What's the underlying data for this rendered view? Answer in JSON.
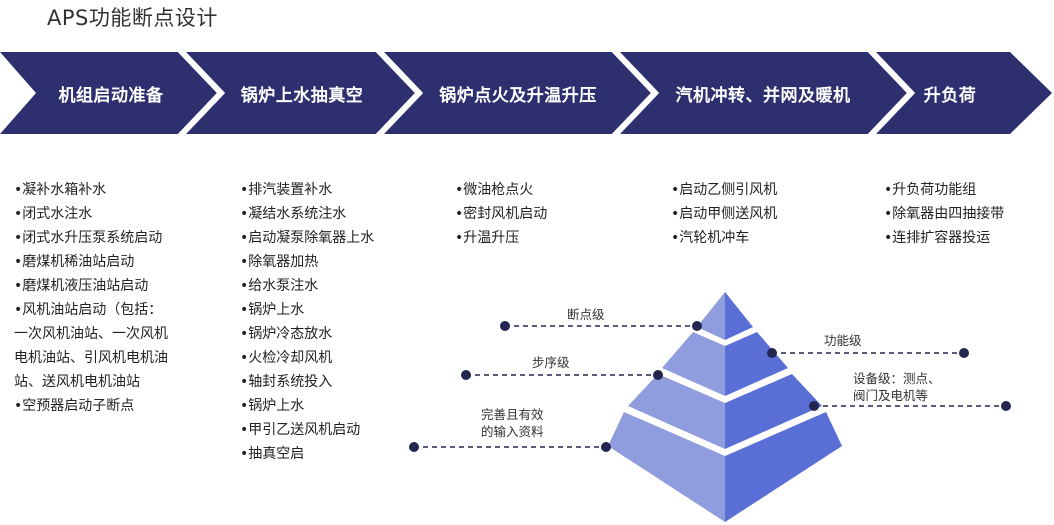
{
  "title": "APS功能断点设计",
  "colors": {
    "banner": "#2d2f6e",
    "chevron_separator": "#ffffff",
    "pyramid_light": "#8f9ddf",
    "pyramid_dark": "#5a6fd6",
    "dot": "#23264f"
  },
  "stages": [
    {
      "label": "机组启动准备",
      "items": [
        "•凝补水箱补水",
        "•闭式水注水",
        "•闭式水升压泵系统启动",
        "•磨煤机稀油站启动",
        "•磨煤机液压油站启动",
        "•风机油站启动（包括：",
        "一次风机油站、一次风机",
        "电机油站、引风机电机油",
        "站、送风机电机油站",
        "•空预器启动子断点"
      ]
    },
    {
      "label": "锅炉上水抽真空",
      "items": [
        "•排汽装置补水",
        "•凝结水系统注水",
        "•启动凝泵除氧器上水",
        "•除氧器加热",
        "•给水泵注水",
        "•锅炉上水",
        "•锅炉冷态放水",
        "•火检冷却风机",
        "•轴封系统投入",
        "•锅炉上水",
        "•甲引乙送风机启动",
        "•抽真空启"
      ]
    },
    {
      "label": "锅炉点火及升温升压",
      "items": [
        "•微油枪点火",
        "•密封风机启动",
        "•升温升压"
      ]
    },
    {
      "label": "汽机冲转、并网及暖机",
      "items": [
        "•启动乙侧引风机",
        "•启动甲侧送风机",
        "•汽轮机冲车"
      ]
    },
    {
      "label": "升负荷",
      "items": [
        "•升负荷功能组",
        "•除氧器由四抽接带",
        "•连排扩容器投运"
      ]
    }
  ],
  "pyramid_labels": {
    "breakpoint": "断点级",
    "function": "功能级",
    "step": "步序级",
    "device": "设备级：测点、\n阀门及电机等",
    "input": "完善且有效\n的输入资料"
  }
}
